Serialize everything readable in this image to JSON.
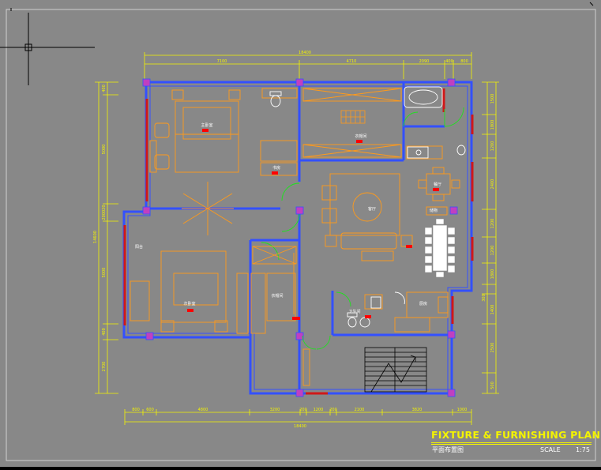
{
  "title_block": {
    "title": "FIXTURE & FURNISHING PLAN",
    "subtitle": "平面布置图",
    "scale_label": "SCALE",
    "scale_value": "1:75"
  },
  "dimensions": {
    "top_total": "18400",
    "top_segments": [
      "7100",
      "4710",
      "2090",
      "400",
      "800"
    ],
    "bottom_total": "18400",
    "bottom_segments": [
      "800",
      "600",
      "4800",
      "3200",
      "200",
      "1200",
      "200",
      "2100",
      "3820",
      "1000"
    ],
    "left_total": "14600",
    "left_segments": [
      "400",
      "5000",
      "200020",
      "5000",
      "400",
      "2700"
    ],
    "right_segments": [
      "1500",
      "1800",
      "1200",
      "2400",
      "1200",
      "1200",
      "1800",
      "300",
      "1400",
      "2500",
      "500"
    ]
  },
  "room_labels": [
    "主卧室",
    "书房",
    "衣帽间",
    "客厅",
    "餐厅",
    "次卧室",
    "衣帽间",
    "卫生间",
    "厨房",
    "阳台",
    "储物"
  ],
  "colors": {
    "background": "#888888",
    "wall": "#3350ff",
    "furniture": "#ff9a1a",
    "dimension": "#f4f400",
    "column": "#c040c0",
    "window": "#d01818",
    "door": "#20e020",
    "label_tag": "#ff0000",
    "fixture": "#ffffff"
  }
}
